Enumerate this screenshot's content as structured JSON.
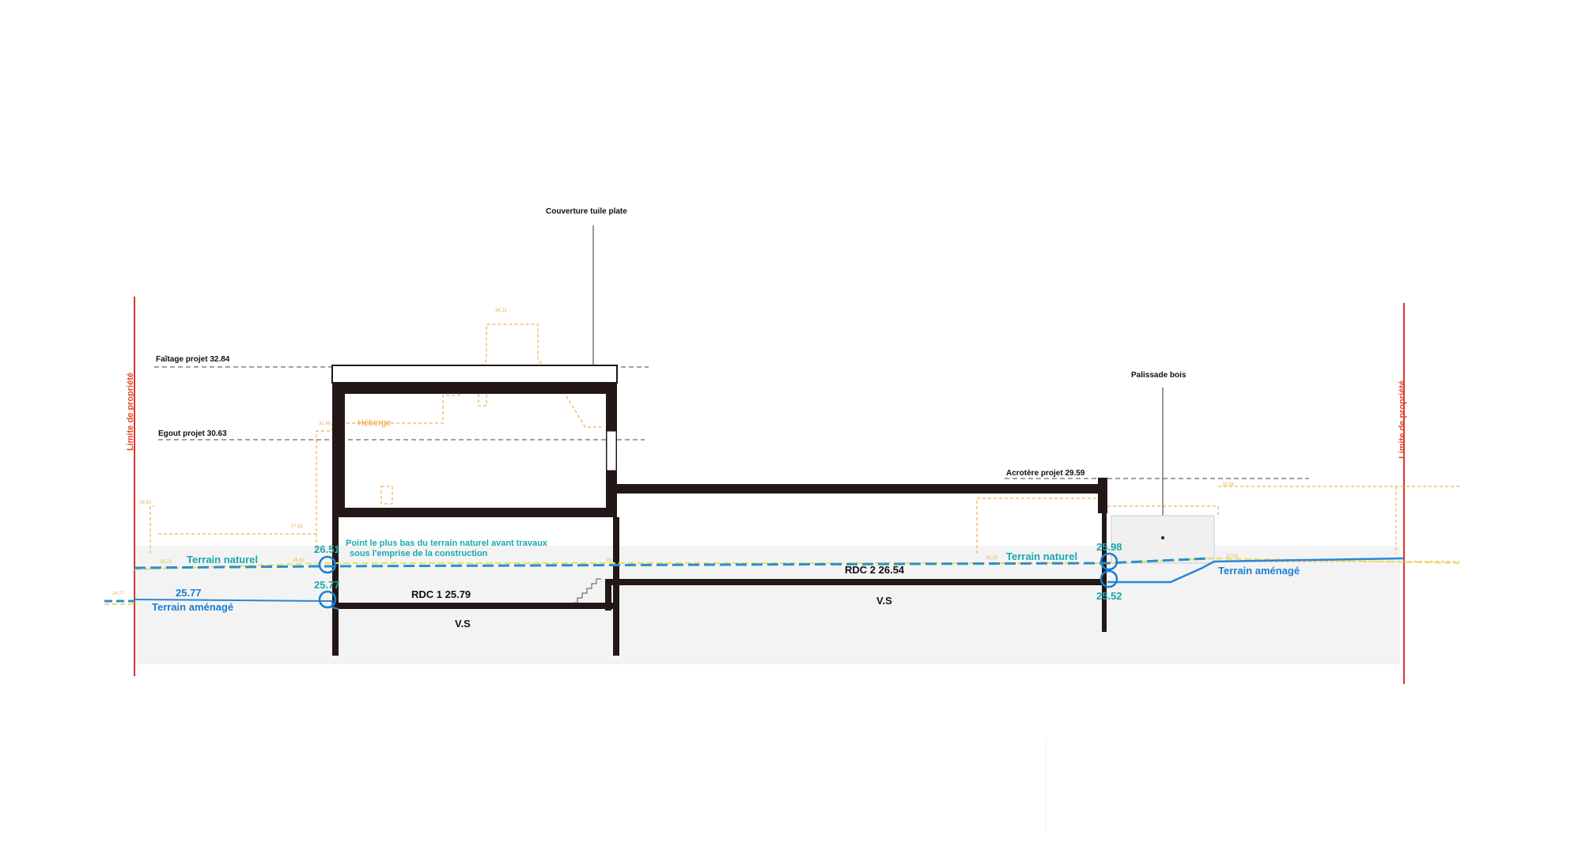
{
  "labels": {
    "couverture": "Couverture tuile plate",
    "faitage": "Faîtage projet 32.84",
    "egout": "Egout projet 30.63",
    "heberge": "Héberge",
    "palissade": "Palissade bois",
    "acrotere": "Acrotère projet 29.59",
    "limite_left": "Limite de propriété",
    "limite_right": "Limite de propriété",
    "point_bas_line1": "Point le plus bas du terrain naturel avant travaux",
    "point_bas_line2": "sous l'emprise de la construction",
    "terrain_naturel_left": "Terrain naturel",
    "terrain_naturel_right": "Terrain naturel",
    "terrain_amenage_left": "Terrain aménagé",
    "terrain_amenage_right": "Terrain aménagé",
    "alt_2577": "25.77",
    "alt_2577b": "25.77",
    "alt_2651": "26.51",
    "alt_2598": "25.98",
    "alt_2552": "25.52",
    "rdc1": "RDC 1   25.79",
    "rdc2": "RDC 2   26.54",
    "vs_left": "V.S",
    "vs_right": "V.S"
  },
  "tiny_labels": {
    "ridge_existing": "34.21",
    "heberge_level": "31.46",
    "left_wall": "28.83",
    "ground_a": "26.72",
    "ground_b": "26.63",
    "ground_c": "26.63",
    "far_left": "24.77",
    "wall_mid": "27.63",
    "right_a": "26.20",
    "right_b": "28.58",
    "right_c": "27.04"
  },
  "colors": {
    "structure": "#231815",
    "limit_line": "#d9342b",
    "terrain_naturel": "#2b90c8",
    "terrain_naturel_yellow": "#e8e060",
    "terrain_amenage": "#2a86d8",
    "teal_text": "#1aa8b0",
    "existing_building": "#f0b050",
    "ground_fill": "#f2f2f2"
  }
}
